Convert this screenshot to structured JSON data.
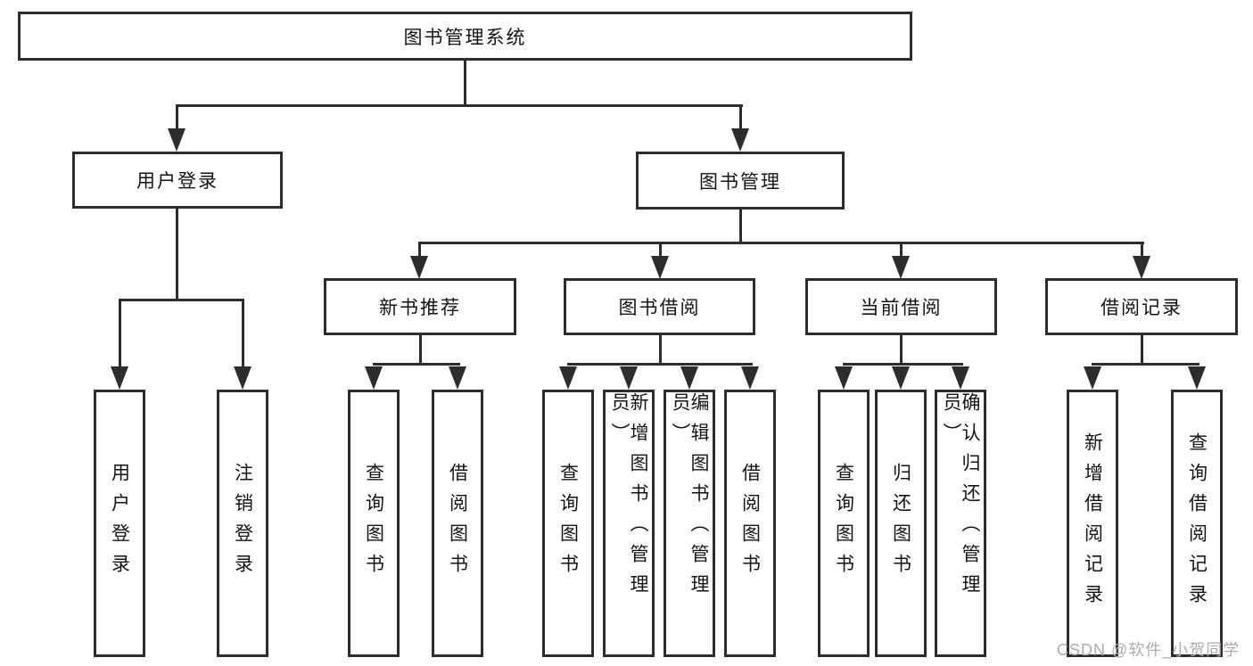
{
  "root": {
    "label": "图书管理系统"
  },
  "level2": [
    {
      "label": "用户登录",
      "parent": "图书管理系统"
    },
    {
      "label": "图书管理",
      "parent": "图书管理系统"
    }
  ],
  "level3": [
    {
      "label": "新书推荐",
      "parent": "图书管理"
    },
    {
      "label": "图书借阅",
      "parent": "图书管理"
    },
    {
      "label": "当前借阅",
      "parent": "图书管理"
    },
    {
      "label": "借阅记录",
      "parent": "图书管理"
    }
  ],
  "leaves": [
    {
      "label": "用户登录",
      "parent": "用户登录"
    },
    {
      "label": "注销登录",
      "parent": "用户登录"
    },
    {
      "label": "查询图书",
      "parent": "新书推荐"
    },
    {
      "label": "借阅图书",
      "parent": "新书推荐"
    },
    {
      "label": "查询图书",
      "parent": "图书借阅"
    },
    {
      "label": "新增图书（管理员）",
      "parent": "图书借阅"
    },
    {
      "label": "编辑图书（管理员）",
      "parent": "图书借阅"
    },
    {
      "label": "借阅图书",
      "parent": "图书借阅"
    },
    {
      "label": "查询图书",
      "parent": "当前借阅"
    },
    {
      "label": "归还图书",
      "parent": "当前借阅"
    },
    {
      "label": "确认归还（管理员）",
      "parent": "当前借阅"
    },
    {
      "label": "新增借阅记录",
      "parent": "借阅记录"
    },
    {
      "label": "查询借阅记录",
      "parent": "借阅记录"
    }
  ],
  "watermark": "CSDN @软件_小贺同学"
}
